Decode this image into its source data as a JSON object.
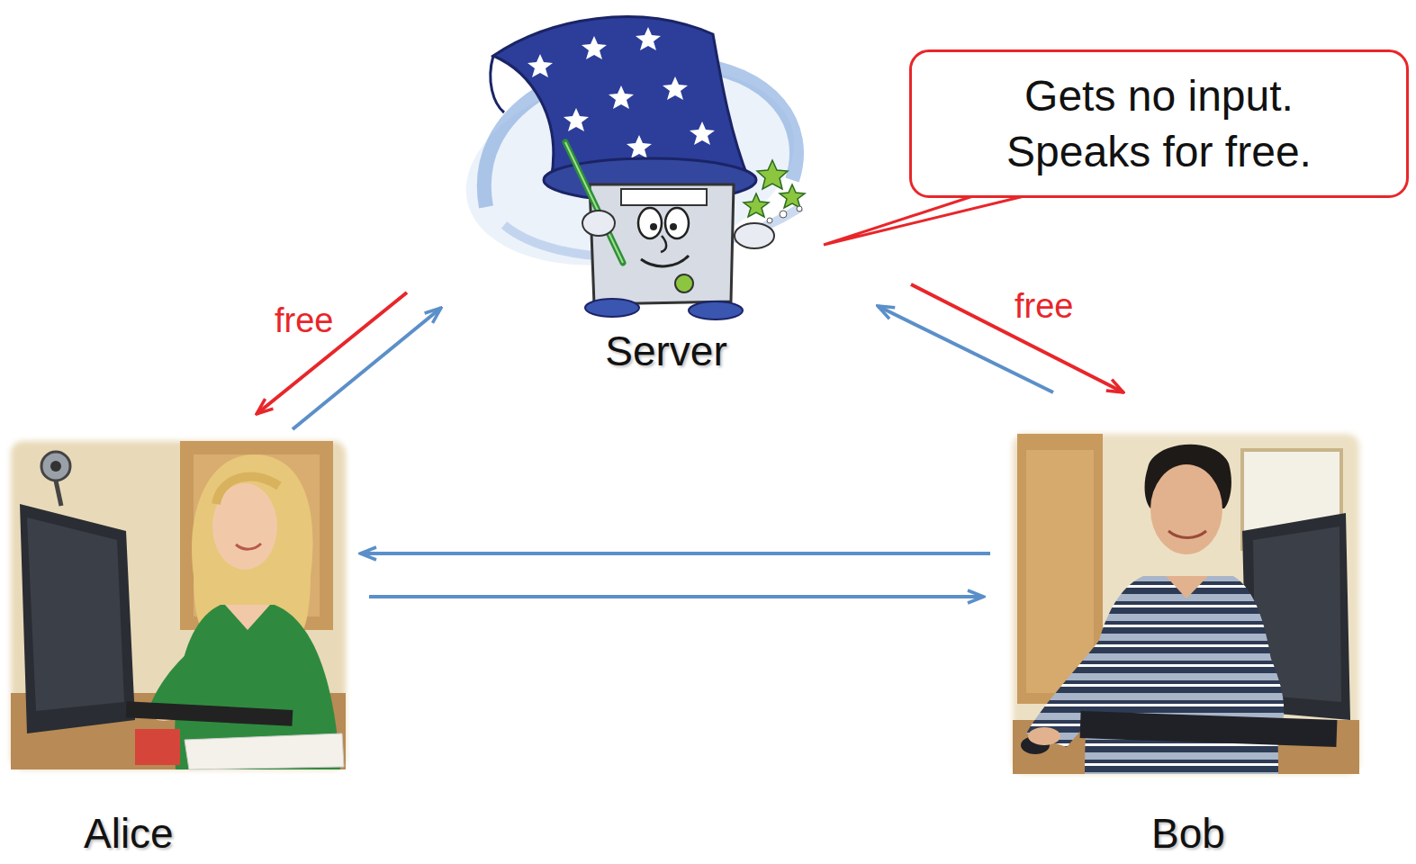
{
  "diagram": {
    "nodes": [
      {
        "text": [
          "Server"
        ]
      },
      {
        "text": [
          "Gets no input. Speaks for free."
        ]
      },
      {
        "text": [
          "Alice"
        ]
      },
      {
        "text": [
          "Bob"
        ]
      }
    ],
    "edges": [
      {
        "from": 0,
        "to": 2,
        "label": "free",
        "arrow": "to"
      },
      {
        "from": 2,
        "to": 0,
        "arrow": "to"
      },
      {
        "from": 0,
        "to": 3,
        "label": "free",
        "arrow": "to"
      },
      {
        "from": 3,
        "to": 0,
        "arrow": "to"
      },
      {
        "from": 3,
        "to": 2,
        "arrow": "to"
      },
      {
        "from": 2,
        "to": 3,
        "arrow": "to"
      },
      {
        "from": 1,
        "to": 0,
        "arrow": "none"
      }
    ]
  }
}
